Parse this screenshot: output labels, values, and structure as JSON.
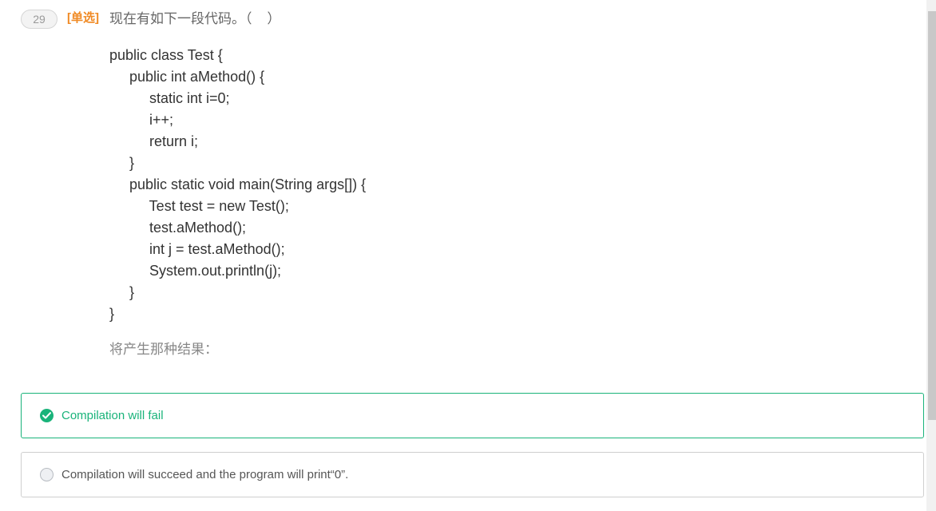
{
  "question": {
    "number": "29",
    "type_tag": "[单选]",
    "title": "现在有如下一段代码。（    ）",
    "code_lines": [
      "public class Test {",
      "     public int aMethod() {",
      "          static int i=0;",
      "          i++;",
      "          return i;",
      "     }",
      "     public static void main(String args[]) {",
      "          Test test = new Test();",
      "          test.aMethod();",
      "          int j = test.aMethod();",
      "          System.out.println(j);",
      "     }",
      "}"
    ],
    "follow_text": "将产生那种结果："
  },
  "options": [
    {
      "text": "Compilation will fail",
      "selected": true
    },
    {
      "text": "Compilation will succeed and the program will print“0”.",
      "selected": false
    }
  ],
  "colors": {
    "accent_green": "#19b37a",
    "tag_orange": "#f08a24"
  },
  "icons": {
    "selected": "check-circle-icon",
    "unselected": "radio-empty-icon"
  }
}
